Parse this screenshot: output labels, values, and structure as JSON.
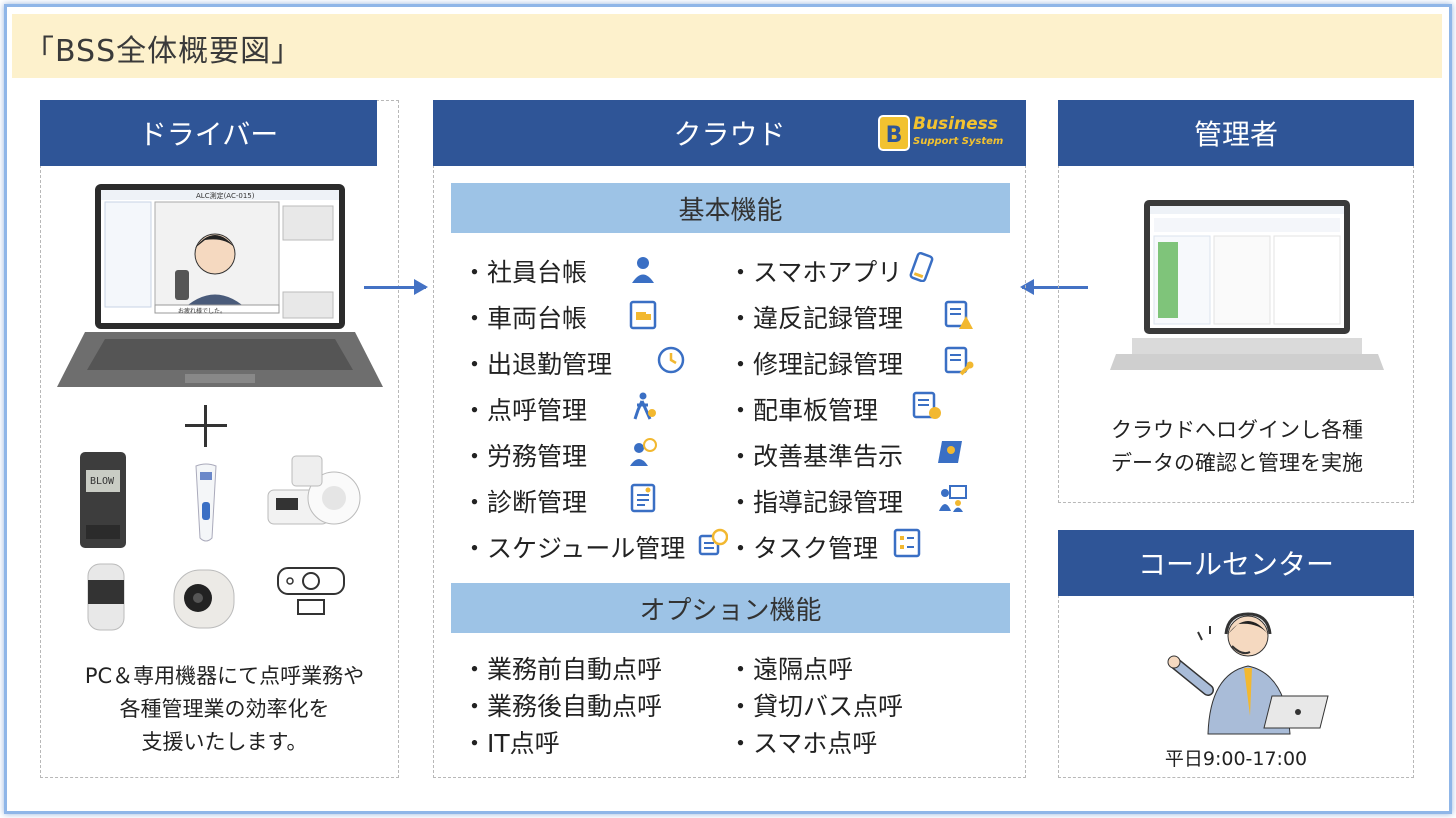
{
  "title": "「BSS全体概要図」",
  "driver": {
    "header": "ドライバー",
    "screen_title": "ALC測定(AC-015)",
    "screen_message": "お疲れ様でした。",
    "plus": "+",
    "device_label": "BLOW",
    "description": [
      "PC＆専用機器にて点呼業務や",
      "各種管理業の効率化を",
      "支援いたします。"
    ]
  },
  "cloud": {
    "header": "クラウド",
    "logo": [
      "Business",
      "Support System"
    ],
    "basic_header": "基本機能",
    "basic_left": [
      "・社員台帳",
      "・車両台帳",
      "・出退勤管理",
      "・点呼管理",
      "・労務管理",
      "・診断管理",
      "・スケジュール管理"
    ],
    "basic_right": [
      "・スマホアプリ",
      "・違反記録管理",
      "・修理記録管理",
      "・配車板管理",
      "・改善基準告示",
      "・指導記録管理",
      "・タスク管理"
    ],
    "icons_left": [
      "person-icon",
      "truck-doc-icon",
      "clock-icon",
      "walking-icon",
      "person-clock-icon",
      "report-icon",
      "calendar-clock-icon"
    ],
    "icons_right": [
      "smartphone-icon",
      "warning-doc-icon",
      "wrench-doc-icon",
      "edit-doc-icon",
      "book-icon",
      "teacher-icon",
      "checklist-icon"
    ],
    "option_header": "オプション機能",
    "option_left": [
      "・業務前自動点呼",
      "・業務後自動点呼",
      "・IT点呼"
    ],
    "option_right": [
      "・遠隔点呼",
      "・貸切バス点呼",
      "・スマホ点呼"
    ]
  },
  "manager": {
    "header": "管理者",
    "description": [
      "クラウドへログインし各種",
      "データの確認と管理を実施"
    ]
  },
  "callcenter": {
    "header": "コールセンター",
    "hours": "平日9:00-17:00"
  },
  "colors": {
    "header_blue": "#2f5597",
    "sub_blue": "#9dc3e6",
    "title_bg": "#fdf1cc",
    "icon_blue": "#3a6fc4",
    "icon_yellow": "#f2b830"
  }
}
